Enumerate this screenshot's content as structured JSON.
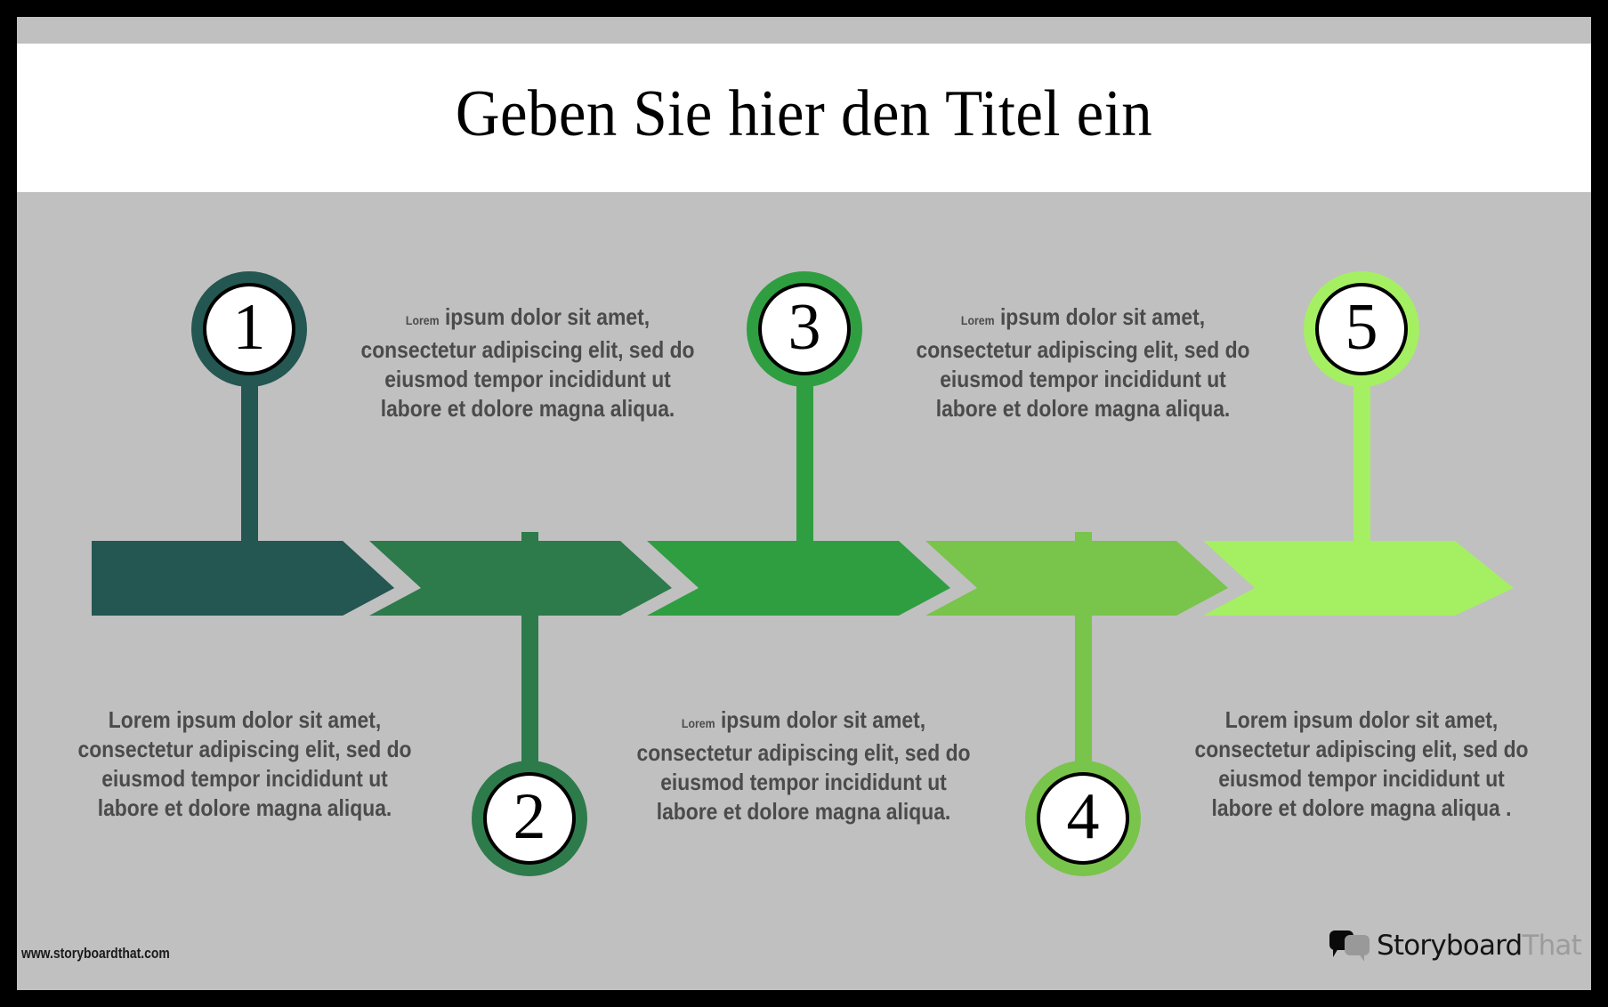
{
  "document": {
    "title": "Geben Sie hier den Titel ein",
    "background_color": "#c0c0c0",
    "title_band_color": "#ffffff",
    "border_color": "#000000",
    "body_text_color": "#4b4b4b"
  },
  "timeline": {
    "steps": [
      {
        "number": "1",
        "color": "#245652",
        "position": "above",
        "text_position": "below",
        "lorem_small": false,
        "text": "Lorem ipsum dolor sit amet, consectetur adipiscing elit, sed do eiusmod tempor incididunt ut labore et dolore magna aliqua.",
        "text_lead": "Lorem",
        "text_rest": " ipsum dolor sit amet, consectetur adipiscing elit, sed do eiusmod tempor incididunt ut labore et dolore magna aliqua."
      },
      {
        "number": "2",
        "color": "#2d7a4a",
        "position": "below",
        "text_position": "above",
        "lorem_small": true,
        "text": "Lorem ipsum dolor sit amet, consectetur adipiscing elit, sed do eiusmod tempor incididunt ut labore et dolore magna aliqua.",
        "text_lead": "Lorem",
        "text_rest": " ipsum dolor sit amet, consectetur adipiscing elit, sed do eiusmod tempor incididunt ut labore et dolore magna aliqua."
      },
      {
        "number": "3",
        "color": "#2f9e41",
        "position": "above",
        "text_position": "below",
        "lorem_small": true,
        "text": "Lorem ipsum dolor sit amet, consectetur adipiscing elit, sed do eiusmod tempor incididunt ut labore et dolore magna aliqua.",
        "text_lead": "Lorem",
        "text_rest": " ipsum dolor sit amet, consectetur adipiscing elit, sed do eiusmod tempor incididunt ut labore et dolore magna aliqua."
      },
      {
        "number": "4",
        "color": "#79c44b",
        "position": "below",
        "text_position": "above",
        "lorem_small": true,
        "text": "Lorem ipsum dolor sit amet, consectetur adipiscing elit, sed do eiusmod tempor incididunt ut labore et dolore magna aliqua.",
        "text_lead": "Lorem",
        "text_rest": " ipsum dolor sit amet, consectetur adipiscing elit, sed do eiusmod tempor incididunt ut labore et dolore magna aliqua."
      },
      {
        "number": "5",
        "color": "#a5ef63",
        "position": "above",
        "text_position": "below",
        "lorem_small": false,
        "text": "Lorem ipsum dolor sit amet, consectetur adipiscing elit, sed do eiusmod tempor incididunt ut labore et dolore magna aliqua .",
        "text_lead": "Lorem",
        "text_rest": " ipsum dolor sit amet, consectetur adipiscing elit, sed do eiusmod tempor incididunt ut labore et dolore magna aliqua ."
      }
    ]
  },
  "footer": {
    "url": "www.storyboardthat.com",
    "logo_word_dark": "Storyboard",
    "logo_word_light": "That"
  }
}
